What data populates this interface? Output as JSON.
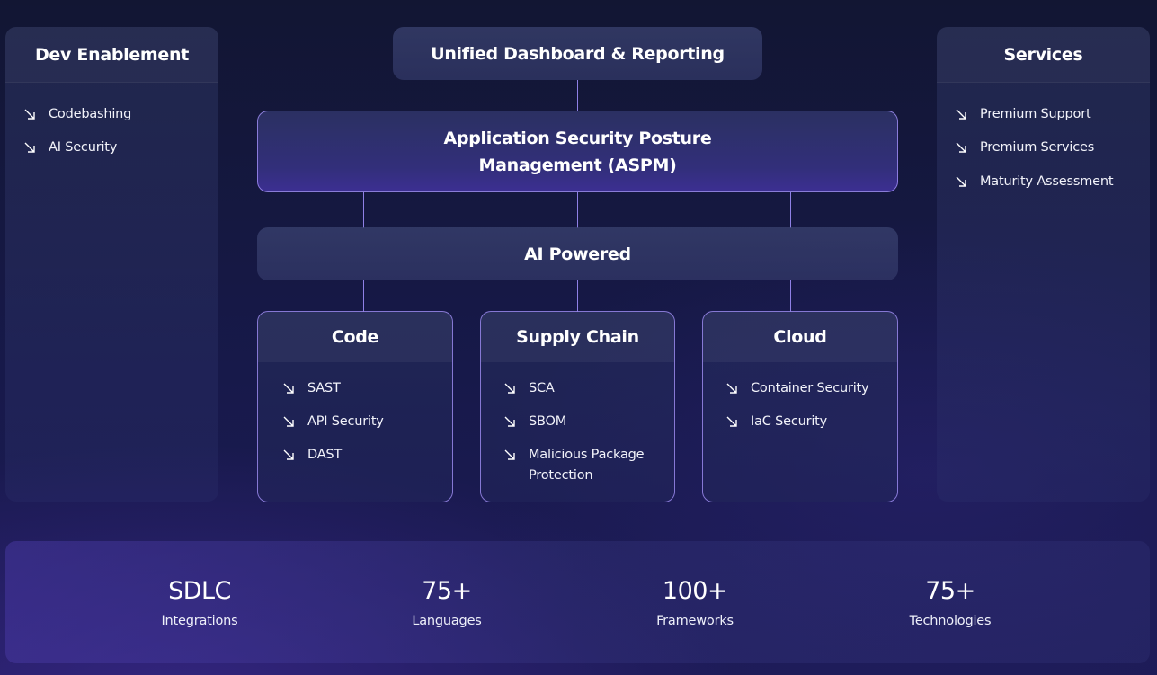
{
  "top": {
    "title": "Unified Dashboard & Reporting"
  },
  "left_panel": {
    "title": "Dev Enablement",
    "items": [
      "Codebashing",
      "AI Security"
    ]
  },
  "right_panel": {
    "title": "Services",
    "items": [
      "Premium Support",
      "Premium Services",
      "Maturity Assessment"
    ]
  },
  "aspm": {
    "line1": "Application Security Posture",
    "line2": "Management (ASPM)"
  },
  "ai_powered": {
    "label": "AI Powered"
  },
  "cards": [
    {
      "title": "Code",
      "items": [
        "SAST",
        "API Security",
        "DAST"
      ]
    },
    {
      "title": "Supply Chain",
      "items": [
        "SCA",
        "SBOM",
        "Malicious Package",
        "Protection"
      ]
    },
    {
      "title": "Cloud",
      "items": [
        "Container Security",
        "IaC Security"
      ]
    }
  ],
  "stats": [
    {
      "value": "SDLC",
      "label": "Integrations"
    },
    {
      "value": "75+",
      "label": "Languages"
    },
    {
      "value": "100+",
      "label": "Frameworks"
    },
    {
      "value": "75+",
      "label": "Technologies"
    }
  ],
  "icons": {
    "item_marker": "arrow-down-right-icon"
  },
  "colors": {
    "accent_border": "#a996ff",
    "connector": "#8f80e6",
    "aspm_bottom": "#3c2f92"
  }
}
